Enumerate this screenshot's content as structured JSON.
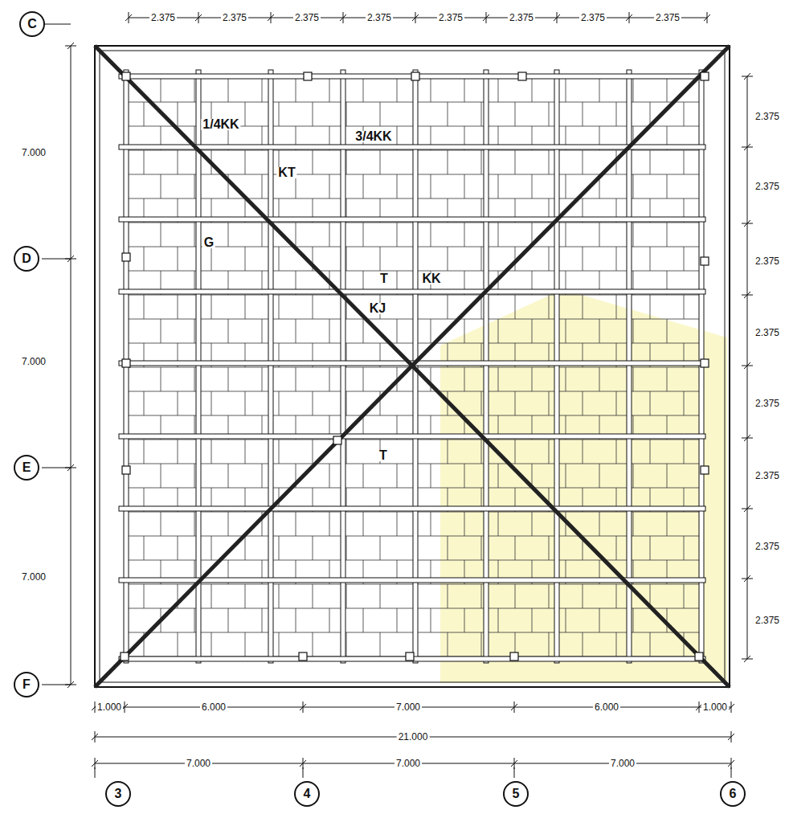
{
  "diagram": {
    "nodes": [
      {
        "text": [
          "C"
        ]
      },
      {
        "text": [
          "D"
        ]
      },
      {
        "text": [
          "E"
        ]
      },
      {
        "text": [
          "F"
        ]
      },
      {
        "text": [
          "3"
        ]
      },
      {
        "text": [
          "4"
        ]
      },
      {
        "text": [
          "5"
        ]
      },
      {
        "text": [
          "6"
        ]
      }
    ],
    "labels": [
      "2.375",
      "2.375",
      "2.375",
      "2.375",
      "2.375",
      "2.375",
      "2.375",
      "2.375",
      "7.000",
      "7.000",
      "7.000",
      "2.375",
      "2.375",
      "2.375",
      "2.375",
      "2.375",
      "2.375",
      "2.375",
      "2.375",
      "1.000",
      "6.000",
      "7.000",
      "6.000",
      "1.000",
      "21.000",
      "7.000",
      "7.000",
      "7.000",
      "1/4KK",
      "3/4KK",
      "KT",
      "G",
      "T",
      "KK",
      "KJ",
      "T"
    ]
  }
}
